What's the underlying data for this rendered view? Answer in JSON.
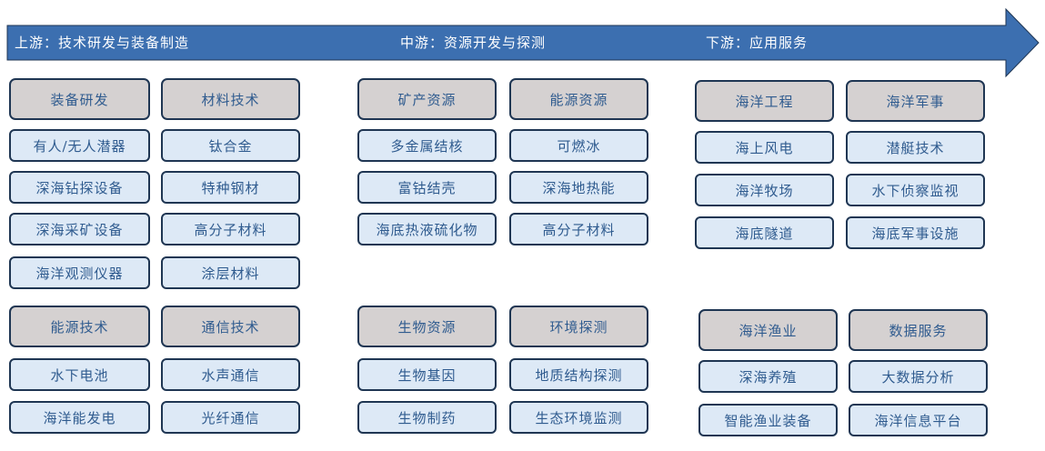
{
  "header": {
    "upstream": "上游：技术研发与装备制造",
    "midstream": "中游：资源开发与探测",
    "downstream": "下游：应用服务"
  },
  "colors": {
    "arrow": "#3c6fb0",
    "category_fill": "#d5d1d1",
    "item_fill": "#dde9f6",
    "border": "#1f3653",
    "text": "#2f5b8f"
  },
  "upstream": {
    "equipment_rd": {
      "title": "装备研发",
      "items": [
        "有人/无人潜器",
        "深海钻探设备",
        "深海采矿设备",
        "海洋观测仪器"
      ]
    },
    "materials_tech": {
      "title": "材料技术",
      "items": [
        "钛合金",
        "特种钢材",
        "高分子材料",
        "涂层材料"
      ]
    },
    "energy_tech": {
      "title": "能源技术",
      "items": [
        "水下电池",
        "海洋能发电"
      ]
    },
    "comm_tech": {
      "title": "通信技术",
      "items": [
        "水声通信",
        "光纤通信"
      ]
    }
  },
  "midstream": {
    "mineral": {
      "title": "矿产资源",
      "items": [
        "多金属结核",
        "富钴结壳",
        "海底热液硫化物"
      ]
    },
    "energy": {
      "title": "能源资源",
      "items": [
        "可燃冰",
        "深海地热能",
        "高分子材料"
      ]
    },
    "bio": {
      "title": "生物资源",
      "items": [
        "生物基因",
        "生物制药"
      ]
    },
    "env": {
      "title": "环境探测",
      "items": [
        "地质结构探测",
        "生态环境监测"
      ]
    }
  },
  "downstream": {
    "engineering": {
      "title": "海洋工程",
      "items": [
        "海上风电",
        "海洋牧场",
        "海底隧道"
      ]
    },
    "military": {
      "title": "海洋军事",
      "items": [
        "潜艇技术",
        "水下侦察监视",
        "海底军事设施"
      ]
    },
    "fishery": {
      "title": "海洋渔业",
      "items": [
        "深海养殖",
        "智能渔业装备"
      ]
    },
    "data": {
      "title": "数据服务",
      "items": [
        "大数据分析",
        "海洋信息平台"
      ]
    }
  }
}
